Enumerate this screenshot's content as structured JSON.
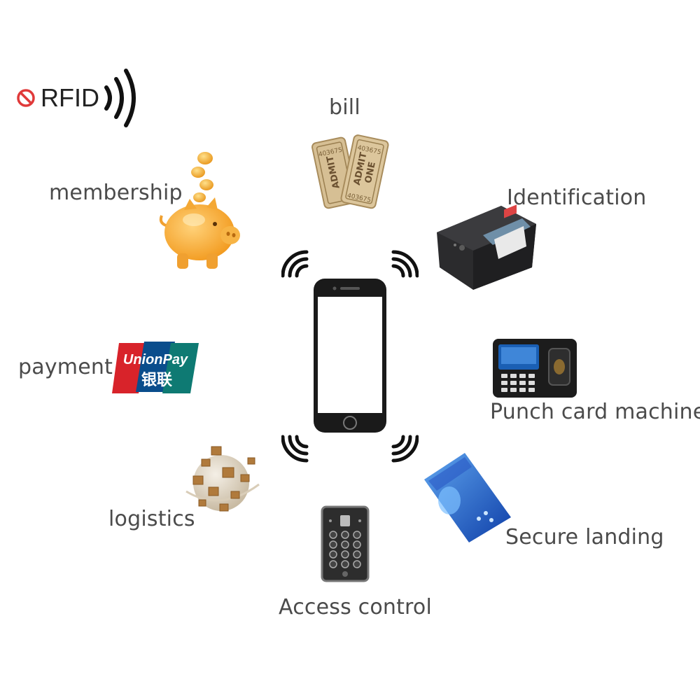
{
  "brand": {
    "no_symbol_name": "prohibition-icon",
    "text": "RFID"
  },
  "labels": {
    "bill": "bill",
    "membership": "membership",
    "identification": "Identification",
    "payment": "payment",
    "punch": "Punch card machine",
    "logistics": "logistics",
    "secure": "Secure landing",
    "access": "Access control"
  },
  "tickets": {
    "number": "403675",
    "admit": "ADMIT",
    "one": "ONE"
  },
  "unionpay": {
    "latin": "UnionPay",
    "chinese": "银联"
  },
  "colors": {
    "red": "#d8232a",
    "blue": "#0a4d8c",
    "teal": "#0e7a73",
    "gold": "#f3a52a",
    "ticket": "#d9c39a"
  }
}
